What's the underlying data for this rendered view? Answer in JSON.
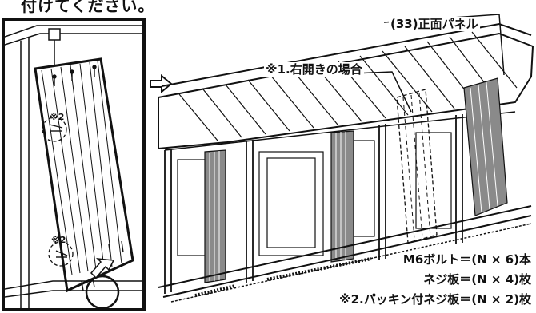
{
  "header_text": "付けてください。",
  "labels": {
    "front_panel": "(33)正面パネル",
    "right_open": "※1.右開きの場合",
    "note2_top": "※2",
    "note2_bottom": "※2"
  },
  "legend": [
    "M6ボルト＝(N × 6)本",
    "ネジ板＝(N × 4)枚",
    "※2.パッキン付ネジ板＝(N × 2)枚"
  ]
}
